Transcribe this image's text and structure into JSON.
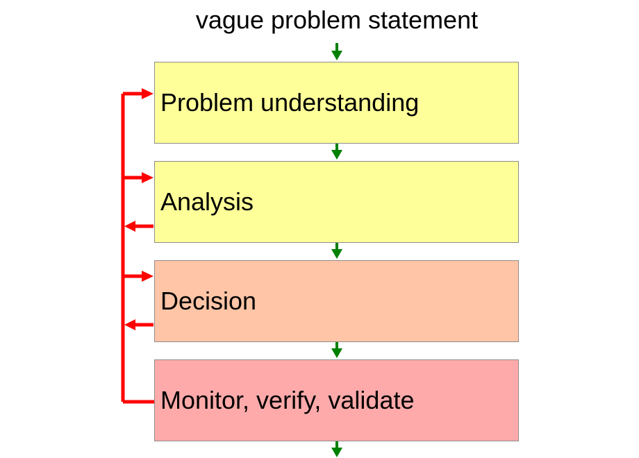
{
  "diagram": {
    "input_label": "vague problem statement",
    "steps": [
      {
        "label": "Problem understanding",
        "color": "#ffff99"
      },
      {
        "label": "Analysis",
        "color": "#ffff99"
      },
      {
        "label": "Decision",
        "color": "#ffc5a6"
      },
      {
        "label": "Monitor, verify, validate",
        "color": "#ffaaaa"
      }
    ],
    "flow_color": "#008000",
    "feedback_color": "#ff0000"
  }
}
